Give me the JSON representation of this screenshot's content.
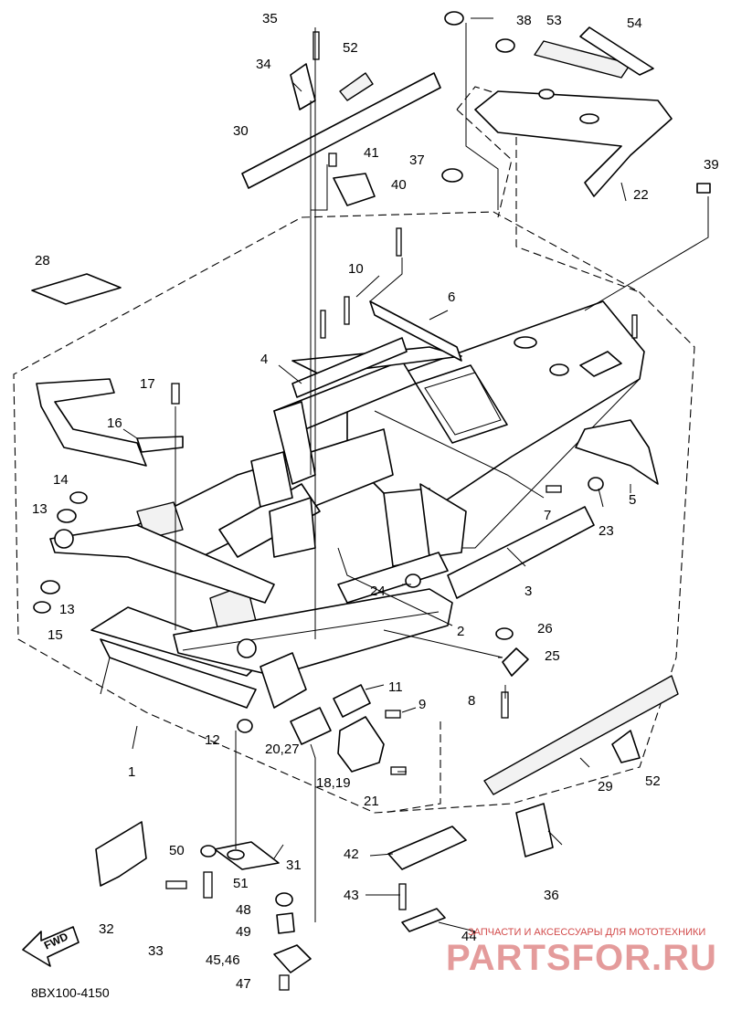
{
  "diagram_code": "8BX100-4150",
  "fwd_label": "FWD",
  "watermark": {
    "tagline": "ЗАПЧАСТИ И АКСЕССУАРЫ ДЛЯ МОТОТЕХНИКИ",
    "brand": "PARTSFOR.RU"
  },
  "callouts": {
    "c1": "1",
    "c2": "2",
    "c3": "3",
    "c4": "4",
    "c5": "5",
    "c6": "6",
    "c7": "7",
    "c8": "8",
    "c9": "9",
    "c10": "10",
    "c11": "11",
    "c12": "12",
    "c13a": "13",
    "c13b": "13",
    "c14": "14",
    "c15": "15",
    "c16": "16",
    "c17": "17",
    "c1819": "18,19",
    "c2027": "20,27",
    "c21": "21",
    "c22": "22",
    "c23": "23",
    "c24": "24",
    "c25": "25",
    "c26": "26",
    "c28": "28",
    "c29": "29",
    "c30": "30",
    "c31": "31",
    "c32": "32",
    "c33": "33",
    "c34": "34",
    "c35": "35",
    "c36": "36",
    "c37": "37",
    "c38": "38",
    "c39": "39",
    "c40": "40",
    "c41": "41",
    "c42": "42",
    "c43": "43",
    "c44": "44",
    "c4546": "45,46",
    "c47": "47",
    "c48": "48",
    "c49": "49",
    "c50": "50",
    "c51": "51",
    "c52a": "52",
    "c52b": "52",
    "c53": "53",
    "c54": "54"
  }
}
